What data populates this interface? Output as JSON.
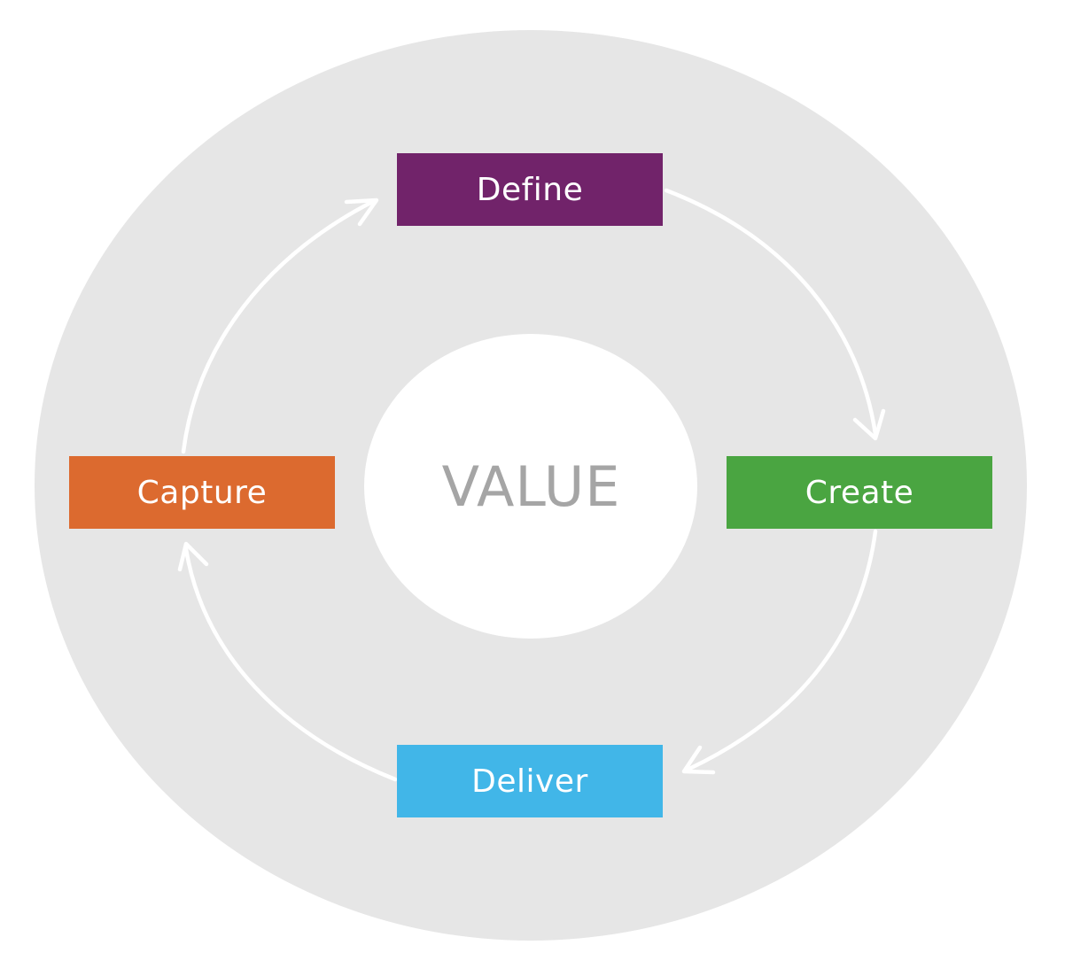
{
  "center": {
    "label": "VALUE",
    "text_color": "#a5a5a5"
  },
  "colors": {
    "outer_ring": "#e6e6e6",
    "inner_circle": "#ffffff",
    "arrow": "#ffffff"
  },
  "stages": [
    {
      "id": "define",
      "label": "Define",
      "color": "#71236a"
    },
    {
      "id": "create",
      "label": "Create",
      "color": "#4aa541"
    },
    {
      "id": "deliver",
      "label": "Deliver",
      "color": "#41b6e8"
    },
    {
      "id": "capture",
      "label": "Capture",
      "color": "#dc6a2f"
    }
  ],
  "flow": [
    {
      "from": "define",
      "to": "create"
    },
    {
      "from": "create",
      "to": "deliver"
    },
    {
      "from": "deliver",
      "to": "capture"
    },
    {
      "from": "capture",
      "to": "define"
    }
  ]
}
